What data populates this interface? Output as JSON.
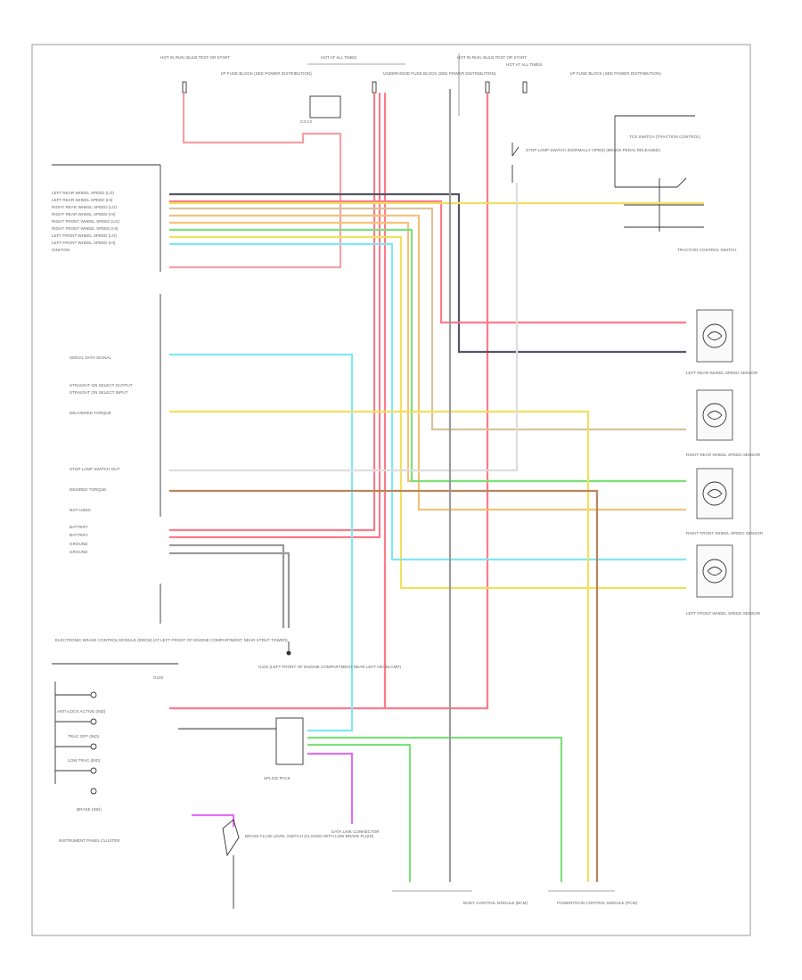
{
  "diagram": {
    "title": "",
    "frame_color": "#777777"
  },
  "top_labels": {
    "fuse_block_1": "HOT IN RUN, BULB TEST OR START",
    "fuse_block_2": "HOT AT ALL TIMES",
    "fuse_block_3": "HOT IN RUN, BULB TEST OR START",
    "fuse_block_4": "HOT AT ALL TIMES",
    "fuse_note_1": "I/P FUSE BLOCK (SEE POWER DISTRIBUTION)",
    "fuse_note_2": "UNDERHOOD FUSE BLOCK (SEE POWER DISTRIBUTION)",
    "fuse_note_3": "I/P FUSE BLOCK (SEE POWER DISTRIBUTION)",
    "stoplamp_switch": "STOP LAMP SWITCH (NORMALLY OPEN) (BRAKE PEDAL RELEASED)",
    "tcs_switch": "TCS SWITCH (TRACTION CONTROL)",
    "traction_ctrl": "TRACTION CONTROL SWITCH"
  },
  "module": {
    "pins_left": [
      "LEFT REAR WHEEL SPEED (LO)",
      "LEFT REAR WHEEL SPEED (HI)",
      "RIGHT REAR WHEEL SPEED (LO)",
      "RIGHT REAR WHEEL SPEED (HI)",
      "RIGHT FRONT WHEEL SPEED (LO)",
      "RIGHT FRONT WHEEL SPEED (HI)",
      "LEFT FRONT WHEEL SPEED (LO)",
      "LEFT FRONT WHEEL SPEED (HI)",
      "IGNITION"
    ],
    "pins_mid": [
      "SERIAL DATA SIGNAL",
      "STRAIGHT ON SELECT OUTPUT",
      "STRAIGHT ON SELECT INPUT",
      "DELIVERED TORQUE",
      "STOP LAMP SWITCH OUT",
      "DESIRED TORQUE",
      "NOT USED",
      "BATTERY",
      "BATTERY",
      "GROUND",
      "GROUND"
    ],
    "module_name": "ELECTRONIC BRAKE CONTROL MODULE (EBCM) (AT LEFT FRONT OF ENGINE COMPARTMENT, NEAR STRUT TOWER)"
  },
  "sensors": {
    "lr": "LEFT REAR WHEEL SPEED SENSOR",
    "rr": "RIGHT REAR WHEEL SPEED SENSOR",
    "rf": "RIGHT FRONT WHEEL SPEED SENSOR",
    "lf": "LEFT FRONT WHEEL SPEED SENSOR"
  },
  "cluster": {
    "name": "INSTRUMENT PANEL CLUSTER",
    "items": [
      "ANTI-LOCK ACTIVE (IND)",
      "TRAC OFF (IND)",
      "LOW TRAC (IND)",
      "BRAKE (IND)"
    ],
    "g_label": "G102"
  },
  "bottom": {
    "ground": "G102 (LEFT FRONT OF ENGINE COMPARTMENT NEAR LEFT HEADLAMP)",
    "data_link": "DATA LINK CONNECTOR",
    "brake_fluid": "BRAKE FLUID LEVEL SWITCH (CLOSED WITH LOW BRAKE FLUID)",
    "pcm": "POWERTRAIN CONTROL MODULE (PCM)",
    "body_ctrl": "BODY CONTROL MODULE (BCM)",
    "relay_ctr": "SPLICE PACK"
  },
  "wire_colors": {
    "red": "#f4a0a6",
    "pink": "#ff7a8a",
    "gray": "#9a9a9a",
    "dkgray": "#555566",
    "yellow": "#f0e060",
    "orange": "#f2c27a",
    "tan": "#d9c29a",
    "green": "#7be07b",
    "ltblue": "#7fe8f2",
    "brown": "#b8865a",
    "magenta": "#e070f0",
    "white": "#dddddd"
  }
}
